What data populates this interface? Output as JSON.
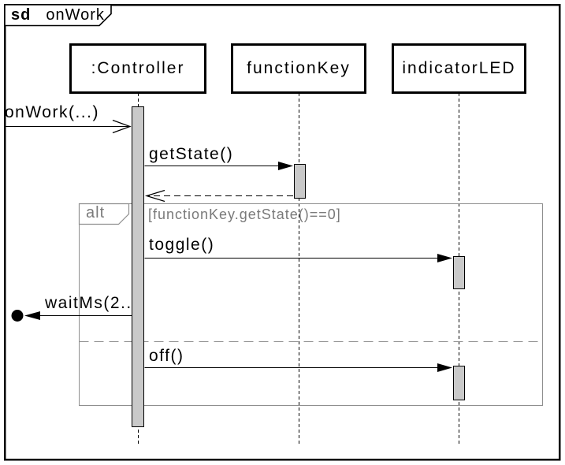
{
  "diagram": {
    "keyword": "sd",
    "title": "onWork"
  },
  "lifelines": [
    {
      "label": ":Controller"
    },
    {
      "label": "functionKey"
    },
    {
      "label": "indicatorLED"
    }
  ],
  "messages": {
    "onWork": {
      "label": "onWork(...)",
      "kind": "async-found-message"
    },
    "getState": {
      "label": "getState()",
      "kind": "sync-call"
    },
    "reply": {
      "kind": "dashed-reply"
    },
    "toggle": {
      "label": "toggle()",
      "kind": "sync-call"
    },
    "waitMs": {
      "label": "waitMs(2..",
      "kind": "lost-message"
    },
    "off": {
      "label": "off()",
      "kind": "sync-call"
    }
  },
  "fragment": {
    "operator": "alt",
    "guard": "[functionKey.getState()==0]"
  },
  "colors": {
    "line": "#000000",
    "activation_fill": "#c9c9c9",
    "fragment_border": "#8f8f8f",
    "gray_text": "#7a7a7a",
    "background": "#ffffff"
  }
}
